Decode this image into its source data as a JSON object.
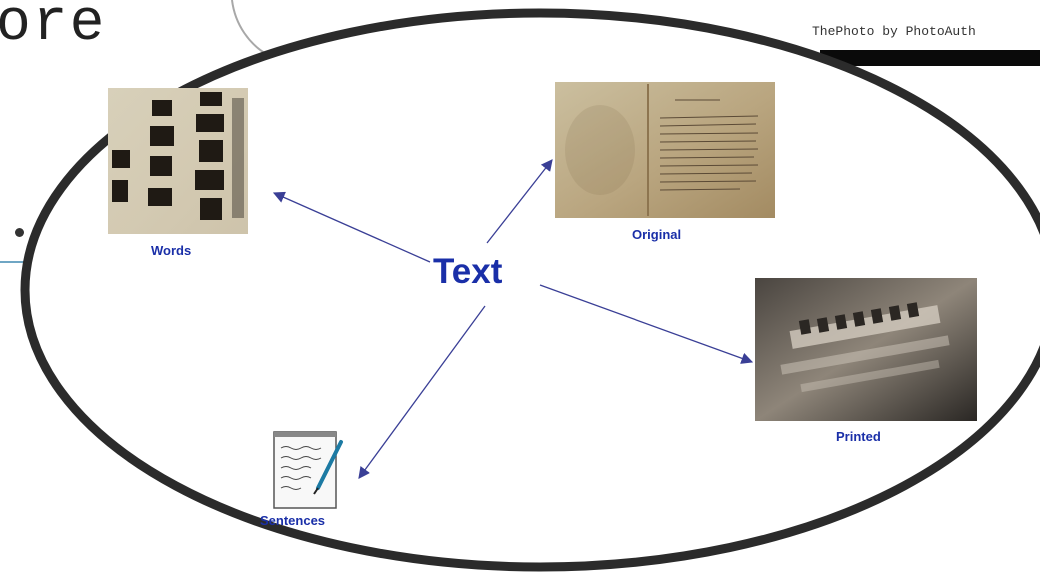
{
  "slide": {
    "title_fragment": "ore",
    "credit": "ThePhoto by PhotoAuth"
  },
  "diagram": {
    "center_label": "Text",
    "nodes": {
      "words": {
        "label": "Words",
        "image": "chinese-text-photo"
      },
      "original": {
        "label": "Original",
        "image": "old-manuscript-photo"
      },
      "printed": {
        "label": "Printed",
        "image": "printing-type-photo"
      },
      "sentences": {
        "label": "Sentences",
        "image": "writing-pad-icon"
      }
    }
  },
  "colors": {
    "label": "#1a2fa8",
    "arrow": "#3a3f96",
    "ellipse_border": "#2b2b2b"
  }
}
